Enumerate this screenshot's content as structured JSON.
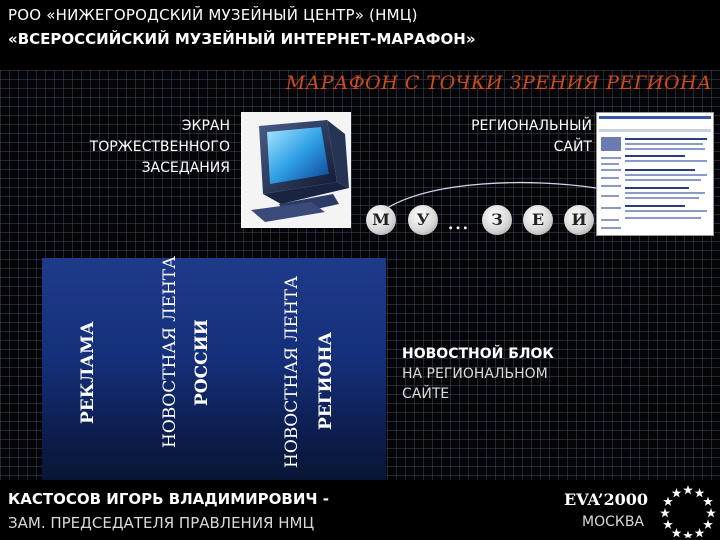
{
  "header": {
    "line1": "РОО «НИЖЕГОРОДСКИЙ МУЗЕЙНЫЙ ЦЕНТР» (НМЦ)",
    "line2": "«ВСЕРОССИЙСКИЙ МУЗЕЙНЫЙ ИНТЕРНЕТ-МАРАФОН»"
  },
  "subtitle": "МАРАФОН С ТОЧКИ ЗРЕНИЯ РЕГИОНА",
  "screen_label": [
    "ЭКРАН",
    "ТОРЖЕСТВЕННОГО",
    "ЗАСЕДАНИЯ"
  ],
  "site_label": [
    "РЕГИОНАЛЬНЫЙ",
    "САЙТ"
  ],
  "letters": [
    "М",
    "У",
    "З",
    "Е",
    "И"
  ],
  "ellipsis": "…",
  "columns": {
    "ads": "РЕКЛАМА",
    "russia_line1": "НОВОСТНАЯ ЛЕНТА",
    "russia_line2": "РОССИИ",
    "region_line1": "НОВОСТНАЯ ЛЕНТА",
    "region_line2": "РЕГИОНА"
  },
  "news_block": {
    "title": "НОВОСТНОЙ БЛОК",
    "line2": "НА РЕГИОНАЛЬНОМ",
    "line3": "САЙТЕ"
  },
  "footer": {
    "name": "КАСТОСОВ ИГОРЬ ВЛАДИМИРОВИЧ -",
    "role": "ЗАМ. ПРЕДСЕДАТЕЛЯ ПРАВЛЕНИЯ НМЦ",
    "event": "EVA’2000",
    "city": "МОСКВА"
  },
  "icons": {
    "monitor": "crt-monitor-icon",
    "stars": "eu-stars-icon"
  },
  "colors": {
    "accent": "#d04a1a",
    "column_blue": "#1f3a8a",
    "background": "#000000"
  }
}
